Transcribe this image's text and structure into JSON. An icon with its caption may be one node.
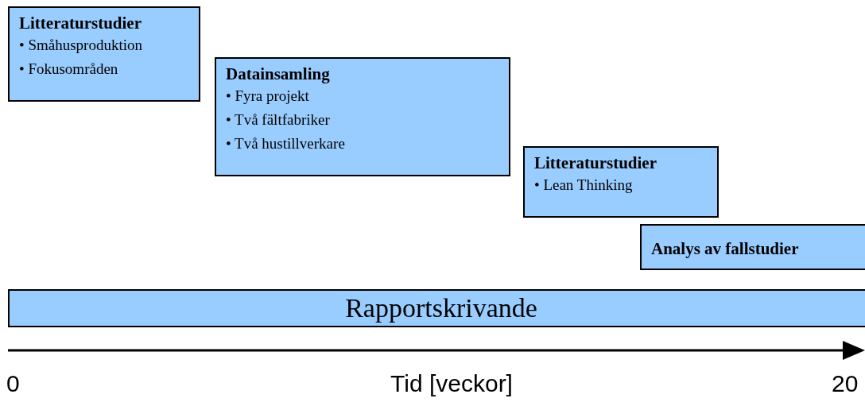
{
  "diagram": {
    "nodes": [
      {
        "text": [
          "Litteraturstudier",
          "• Småhusproduktion",
          "• Fokusområden"
        ]
      },
      {
        "text": [
          "Datainsamling",
          "• Fyra projekt",
          "• Två fältfabriker",
          "• Två hustillverkare"
        ]
      },
      {
        "text": [
          "Litteraturstudier",
          "• Lean Thinking"
        ]
      },
      {
        "text": [
          "Analys av fallstudier"
        ]
      },
      {
        "text": [
          "Rapportskrivande"
        ]
      }
    ],
    "labels": [
      "0",
      "Tid [veckor]",
      "20"
    ]
  }
}
